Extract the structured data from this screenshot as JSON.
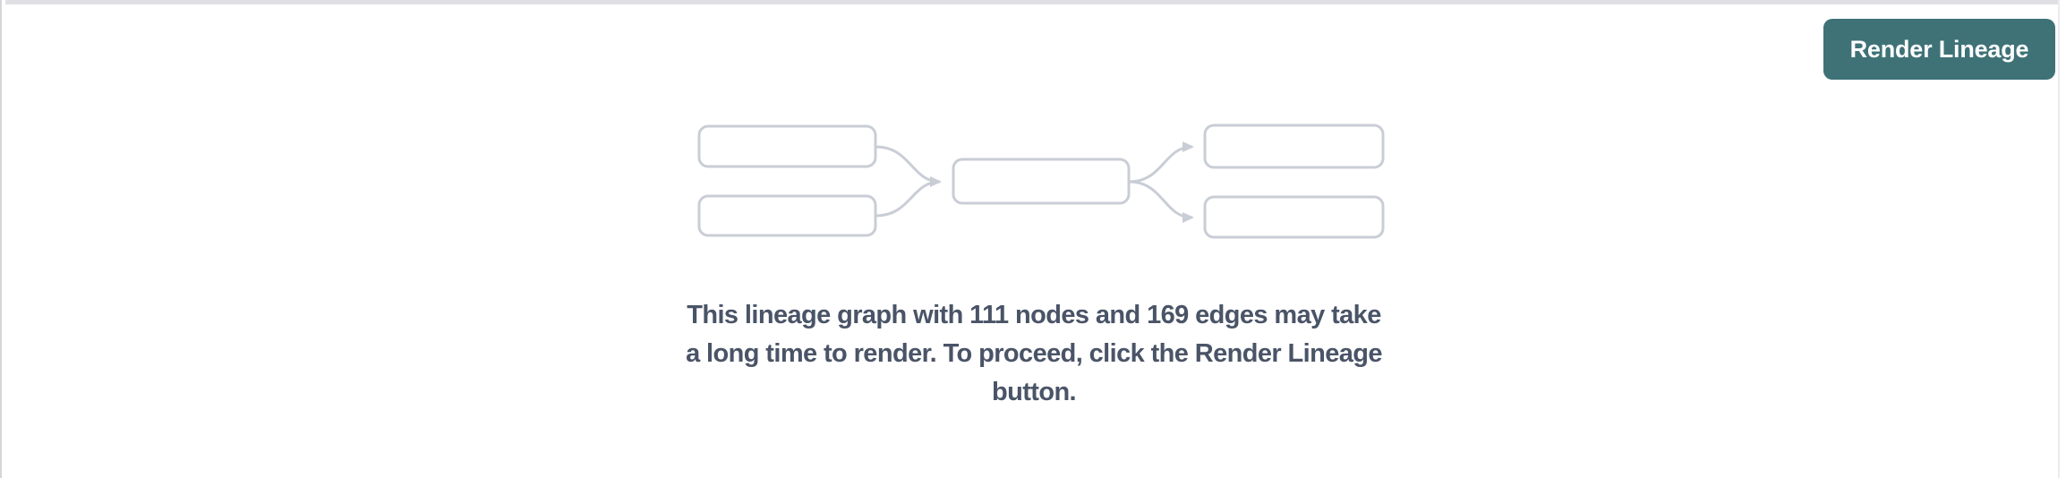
{
  "toolbar": {
    "render_button_label": "Render Lineage"
  },
  "empty_state": {
    "node_count": 111,
    "edge_count": 169,
    "full_message": "This lineage graph with 111 nodes and 169 edges may take a long time to render. To proceed, click the Render Lineage button.",
    "message_line1": "This lineage graph with 111 nodes and 169 edges may take",
    "message_line2": "a long time to render. To proceed, click the Render Lineage",
    "message_line3": "button."
  },
  "colors": {
    "button_bg": "#3E7277",
    "button_text": "#FFFFFF",
    "message_text": "#4A5467",
    "diagram_stroke": "#C9CDD5",
    "top_strip": "#E0E0E4",
    "left_border": "#D6D6DA"
  }
}
